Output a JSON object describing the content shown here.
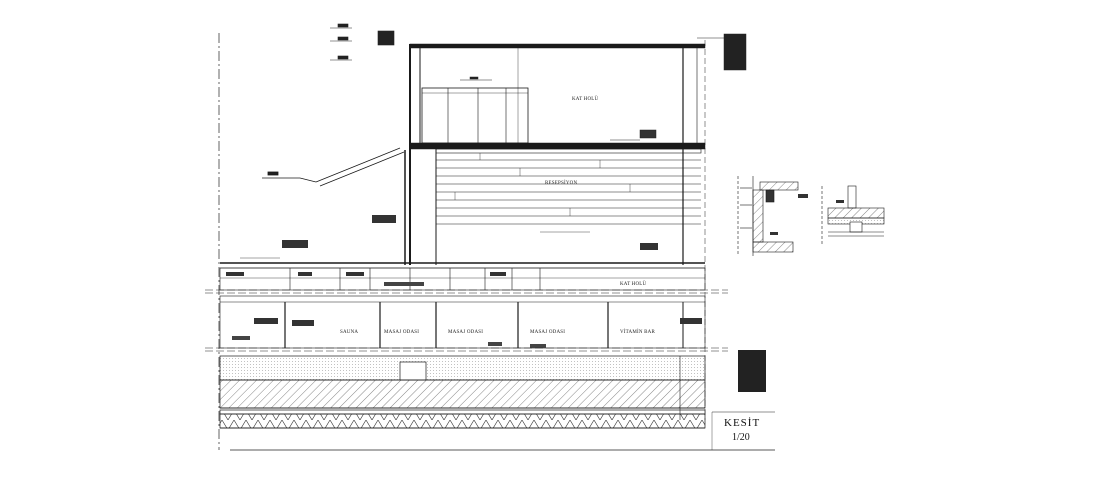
{
  "sheet": {
    "title": "KESİT",
    "scale": "1/20"
  },
  "rooms": {
    "upper_hall": "KAT HOLÜ",
    "reception": "RESEPSİYON",
    "lower_hall": "KAT HOLÜ",
    "sauna": "SAUNA",
    "massage_1": "MASAJ ODASI",
    "massage_2": "MASAJ ODASI",
    "massage_3": "MASAJ ODASI",
    "vitamin_bar": "VİTAMİN BAR"
  },
  "colors": {
    "ink": "#1a1a1a",
    "paper": "#ffffff"
  }
}
